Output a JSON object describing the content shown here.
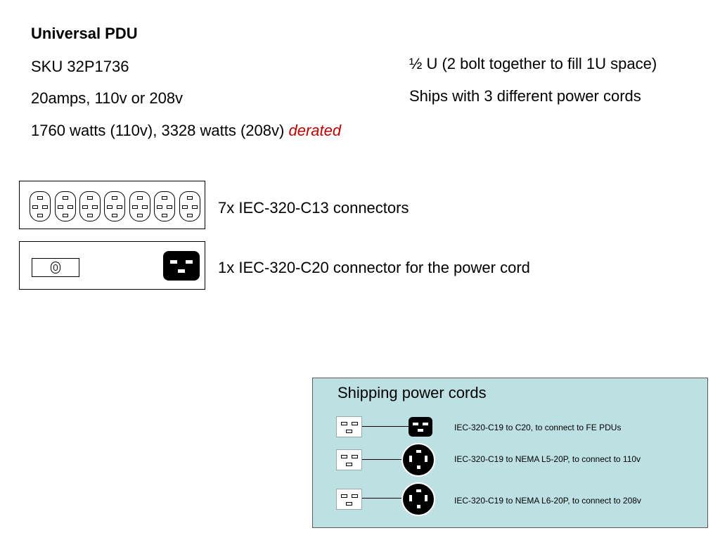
{
  "specs": {
    "title": "Universal PDU",
    "sku": "SKU 32P1736",
    "rating": "20amps, 110v or 208v",
    "watts": "1760 watts (110v), 3328 watts (208v)",
    "watts_note": "derated",
    "size": "½ U (2 bolt together to fill 1U space)",
    "cords": "Ships with 3 different power cords"
  },
  "connectors": {
    "c13_label": "7x IEC-320-C13 connectors",
    "c13_count": 7,
    "c20_label": "1x IEC-320-C20 connector for the power cord"
  },
  "shipping": {
    "title": "Shipping power cords",
    "items": [
      {
        "label": "IEC-320-C19 to C20, to connect to FE PDUs",
        "end_icon": "c20-plug-icon"
      },
      {
        "label": "IEC-320-C19 to NEMA L5-20P, to connect to 110v",
        "end_icon": "nema-l5-20p-icon"
      },
      {
        "label": "IEC-320-C19 to NEMA L6-20P, to connect to 208v",
        "end_icon": "nema-l6-20p-icon"
      }
    ]
  },
  "colors": {
    "accent": "#c00000",
    "panel_bg": "#bde0e3"
  }
}
